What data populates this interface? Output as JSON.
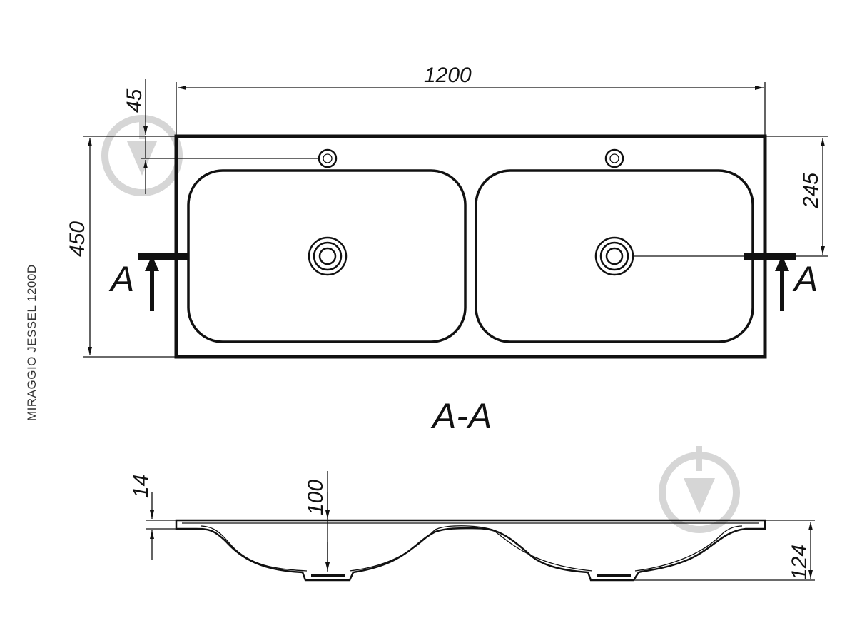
{
  "product": {
    "model_label": "MIRAGGIO JESSEL 1200D"
  },
  "top_view": {
    "dimensions": {
      "width": "1200",
      "depth": "450",
      "tap_hole_offset": "45",
      "drain_offset": "245"
    },
    "section_marker_left": "A",
    "section_marker_right": "A"
  },
  "section_view": {
    "title": "A-A",
    "dimensions": {
      "slab_thickness": "14",
      "bowl_depth": "100",
      "total_height": "124"
    }
  },
  "watermark": {
    "icon": "water-drop-watermark-icon"
  }
}
